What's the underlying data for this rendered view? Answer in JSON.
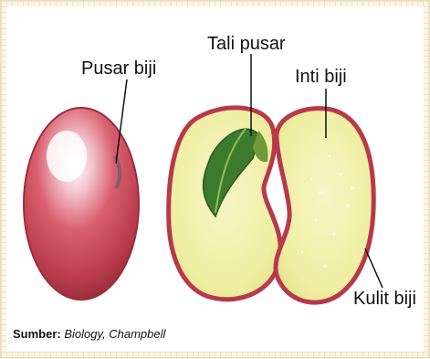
{
  "labels": {
    "hilum": "Pusar biji",
    "funiculus": "Tali pusar",
    "cotyledon": "Inti biji",
    "seed_coat": "Kulit biji"
  },
  "source": {
    "label": "Sumber:",
    "value": "Biology, Champbell"
  },
  "colors": {
    "seed_coat_red": "#b8394a",
    "cotyledon_yellow": "#f0f0a8",
    "embryo_green": "#3c7a2c"
  }
}
